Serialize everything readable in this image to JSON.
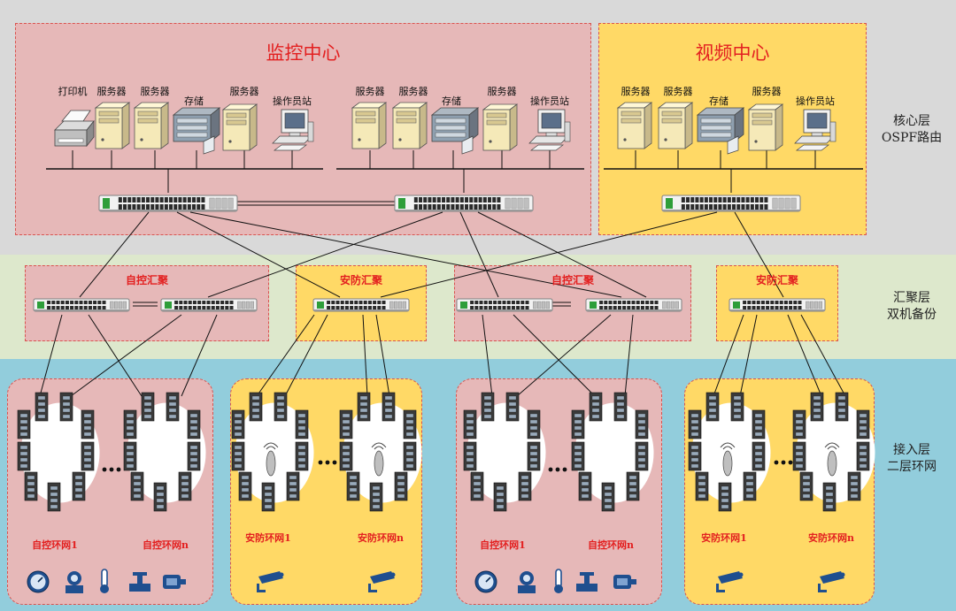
{
  "layers": {
    "core": {
      "line1": "核心层",
      "line2": "OSPF路由"
    },
    "aggregation": {
      "line1": "汇聚层",
      "line2": "双机备份"
    },
    "access": {
      "line1": "接入层",
      "line2": "二层环网"
    }
  },
  "monitor_center": {
    "title": "监控中心",
    "left_group": [
      "打印机",
      "服务器",
      "服务器",
      "存储",
      "服务器",
      "操作员站"
    ],
    "right_group": [
      "服务器",
      "服务器",
      "存储",
      "服务器",
      "操作员站"
    ]
  },
  "video_center": {
    "title": "视频中心",
    "devices": [
      "服务器",
      "服务器",
      "存储",
      "服务器",
      "操作员站"
    ]
  },
  "aggregation_groups": [
    "自控汇聚",
    "安防汇聚",
    "自控汇聚",
    "安防汇聚"
  ],
  "access_rings": [
    {
      "ring1": "自控环网1",
      "ringn": "自控环网n",
      "ellipsis": "…"
    },
    {
      "ring1": "安防环网1",
      "ringn": "安防环网n",
      "ellipsis": "…"
    },
    {
      "ring1": "自控环网1",
      "ringn": "自控环网n",
      "ellipsis": "…"
    },
    {
      "ring1": "安防环网1",
      "ringn": "安防环网n",
      "ellipsis": "…"
    }
  ],
  "field_icons": {
    "control": [
      "gauge-icon",
      "pressure-transmitter-icon",
      "thermometer-icon",
      "valve-icon",
      "motor-icon"
    ],
    "security": [
      "camera-icon",
      "camera-icon"
    ]
  },
  "colors": {
    "core_band": "#d9d9d9",
    "agg_band": "#dde8cc",
    "access_band": "#92cddc",
    "pink_zone": "#e6b8b8",
    "yellow_zone": "#ffd966",
    "title_red": "#e32020"
  }
}
